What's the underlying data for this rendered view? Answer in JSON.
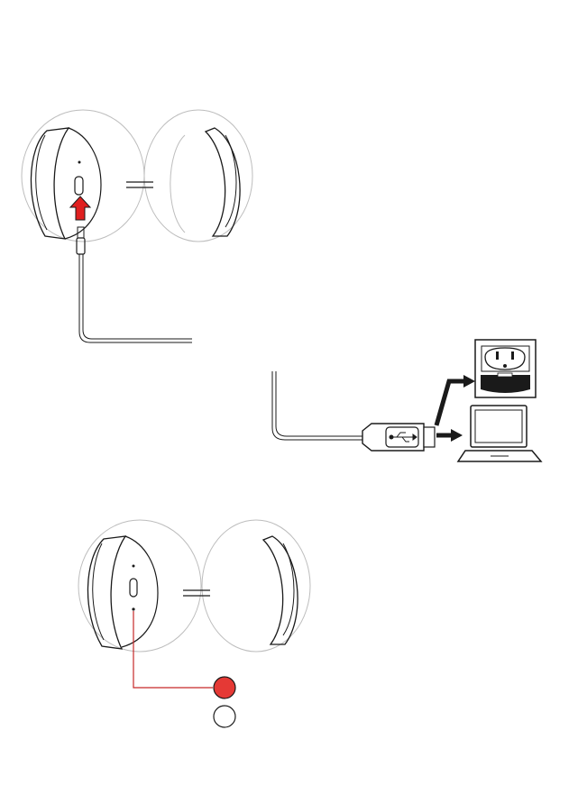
{
  "diagram": {
    "panels": [
      {
        "id": "connect-cable-to-headphones"
      },
      {
        "id": "connect-usb-to-power-source"
      },
      {
        "id": "charging-led-status"
      }
    ],
    "colors": {
      "line": "#1a1a1a",
      "light_line": "#bdbdbd",
      "arrow_fill": "#e02020",
      "led_charging": "#e53935",
      "led_off": "#ffffff"
    },
    "icons": [
      "headphones-icon",
      "usb-c-port-icon",
      "insert-arrow-icon",
      "usb-cable-icon",
      "usb-symbol-icon",
      "wall-outlet-icon",
      "laptop-icon",
      "led-indicator-icon"
    ],
    "led_states": [
      {
        "name": "charging",
        "color": "#e53935"
      },
      {
        "name": "charged",
        "color": "#ffffff"
      }
    ]
  }
}
